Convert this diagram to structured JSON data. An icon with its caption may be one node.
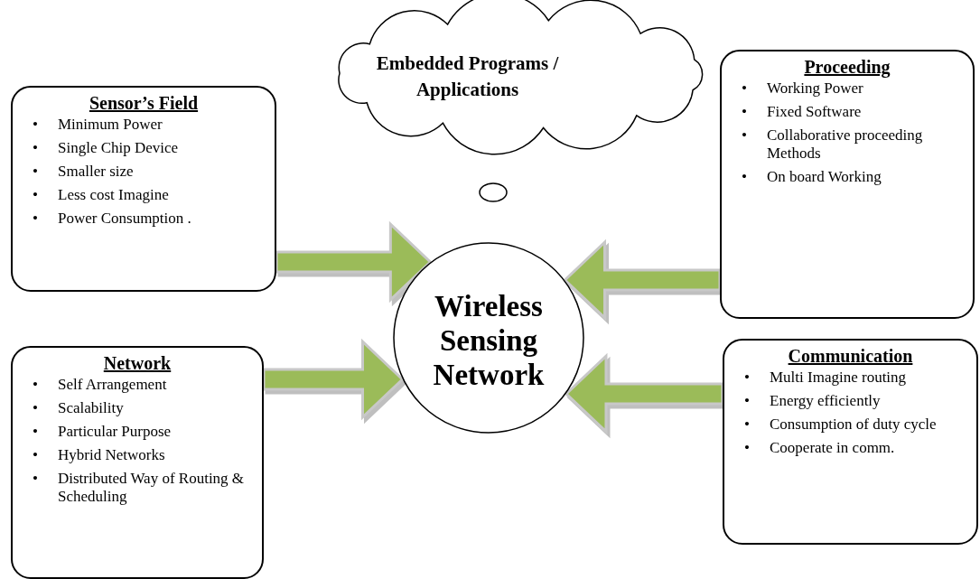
{
  "diagram": {
    "nodes": [
      {
        "text": [
          "Embedded Programs / Applications"
        ]
      },
      {
        "text": [
          "Sensor’s Field",
          "• Minimum Power",
          "• Single Chip Device",
          "• Smaller size",
          "• Less cost Imagine",
          "• Power Consumption ."
        ]
      },
      {
        "text": [
          "Proceeding",
          "• Working Power",
          "• Fixed Software",
          "• Collaborative proceeding Methods",
          "• On board Working"
        ]
      },
      {
        "text": [
          "Wireless Sensing Network"
        ]
      },
      {
        "text": [
          "Network",
          "• Self Arrangement",
          "• Scalability",
          "• Particular Purpose",
          "• Hybrid Networks",
          "• Distributed Way of Routing & Scheduling"
        ]
      },
      {
        "text": [
          "Communication",
          "• Multi Imagine routing",
          "• Energy efficiently",
          "• Consumption of duty cycle",
          "• Cooperate in  comm."
        ]
      }
    ],
    "edges": [
      {
        "from": 1,
        "to": 3,
        "arrow": "to",
        "style": "thick",
        "color": "#9bbb59"
      },
      {
        "from": 2,
        "to": 3,
        "arrow": "to",
        "style": "thick",
        "color": "#9bbb59"
      },
      {
        "from": 4,
        "to": 3,
        "arrow": "to",
        "style": "thick",
        "color": "#9bbb59"
      },
      {
        "from": 5,
        "to": 3,
        "arrow": "to",
        "style": "thick",
        "color": "#9bbb59"
      }
    ]
  }
}
